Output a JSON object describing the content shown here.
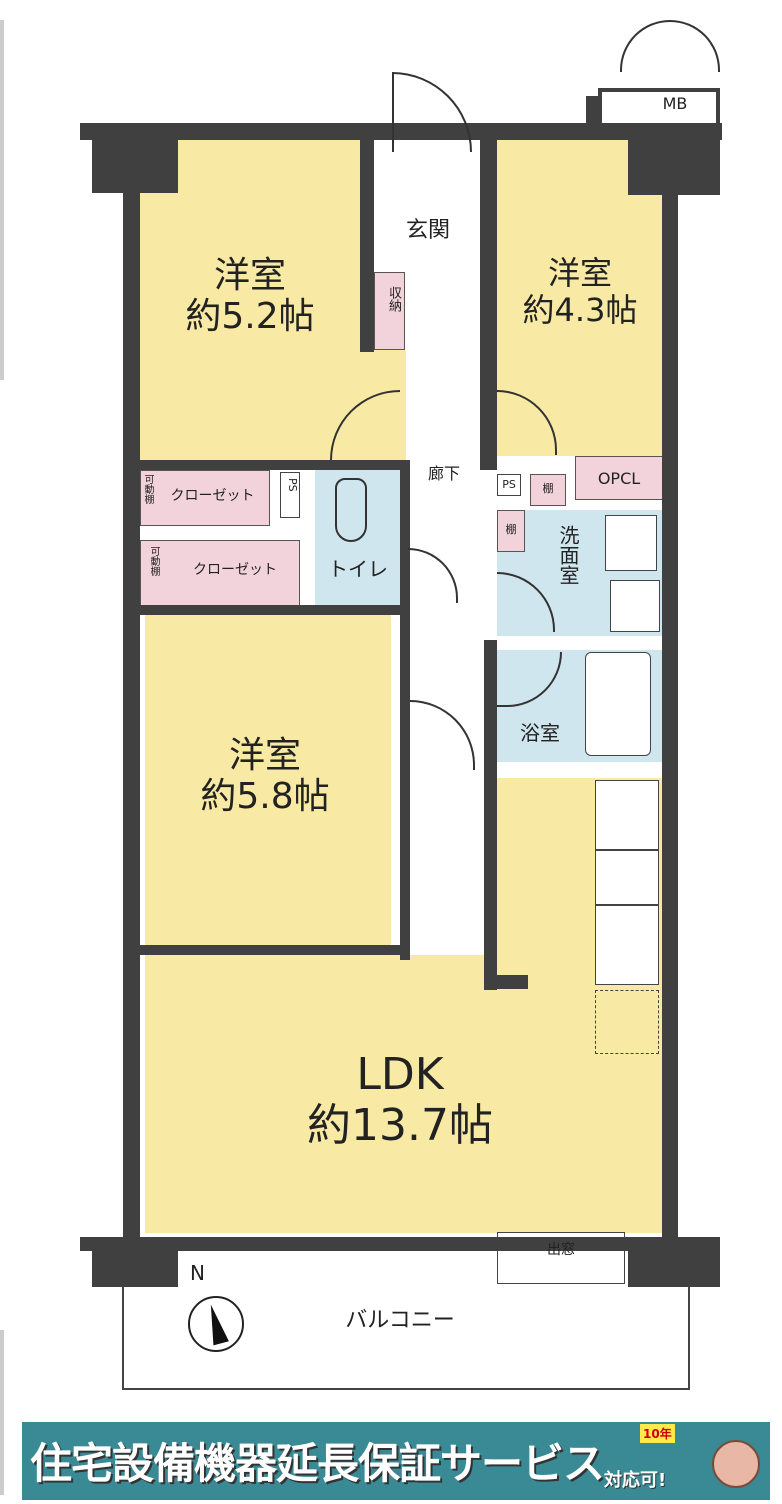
{
  "rooms": {
    "bedroom1": {
      "name": "洋室",
      "size": "約5.2帖"
    },
    "bedroom2": {
      "name": "洋室",
      "size": "約4.3帖"
    },
    "bedroom3": {
      "name": "洋室",
      "size": "約5.8帖"
    },
    "ldk": {
      "name": "LDK",
      "size": "約13.7帖"
    },
    "entrance": "玄関",
    "storage": "収納",
    "hallway": "廊下",
    "closet1": "クローゼット",
    "closet2": "クローゼット",
    "movable_shelf1": "可動棚",
    "movable_shelf2": "可動棚",
    "ps1": "PS",
    "ps2": "PS",
    "shelf1": "棚",
    "shelf2": "棚",
    "opcl": "OPCL",
    "toilet": "トイレ",
    "washroom": "洗面室",
    "bathroom": "浴室",
    "bay_window": "出窓",
    "balcony": "バルコニー",
    "mb": "MB"
  },
  "compass": "N",
  "banner": {
    "title": "住宅設備機器延長保証サービス",
    "suffix": "対応可!",
    "badge": "10年"
  },
  "colors": {
    "wall": "#404040",
    "room": "#f8eaa4",
    "storage": "#f2d3dc",
    "wet": "#cfe6ee",
    "banner": "#3a8a96"
  }
}
